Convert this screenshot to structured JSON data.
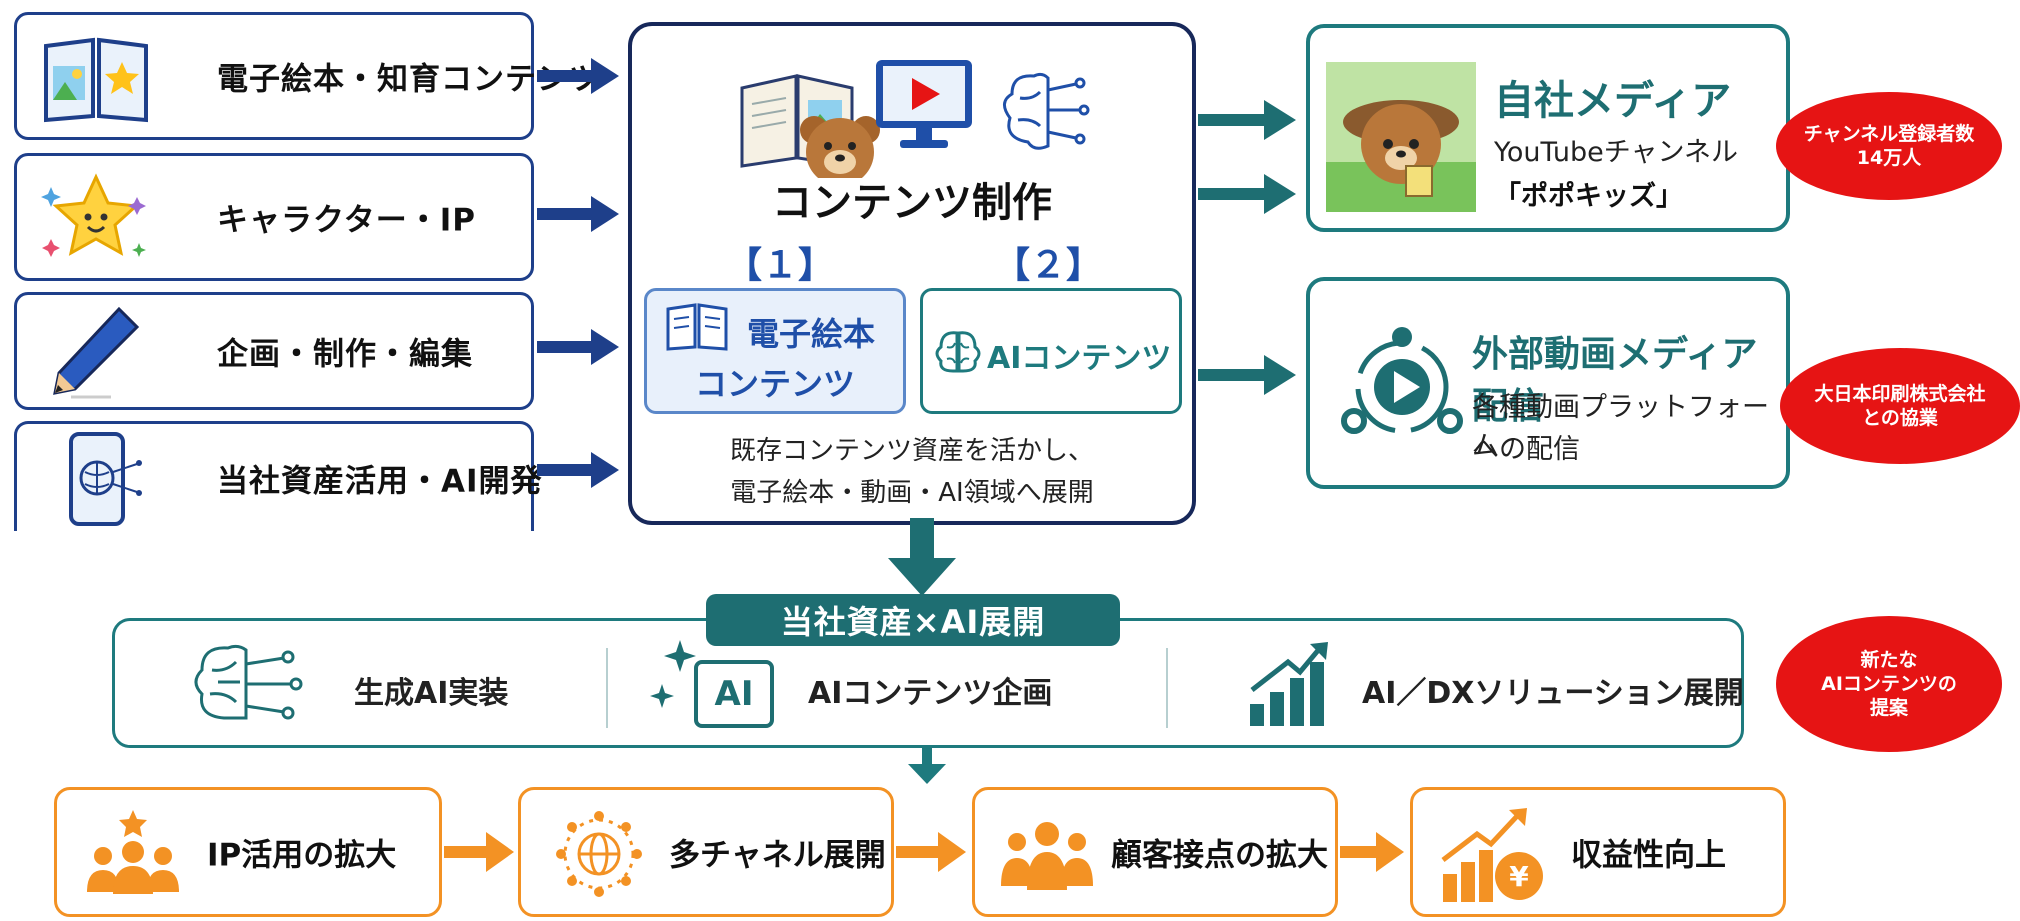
{
  "inputs": [
    {
      "label": "電子絵本・知育コンテンツ",
      "icon": "open-book-icon"
    },
    {
      "label": "キャラクター・IP",
      "icon": "smiling-star-icon"
    },
    {
      "label": "企画・制作・編集",
      "icon": "pencil-icon"
    },
    {
      "label": "当社資産活用・AI開発",
      "icon": "tablet-brain-icon"
    }
  ],
  "center": {
    "title": "コンテンツ制作",
    "tag1": "【１】",
    "tag2": "【２】",
    "sub1_line1": "電子絵本",
    "sub1_line2": "コンテンツ",
    "sub2": "AIコンテンツ",
    "desc_line1": "既存コンテンツ資産を活かし、",
    "desc_line2": "電子絵本・動画・AI領域へ展開"
  },
  "outputs": {
    "own": {
      "title": "自社メディア",
      "line1": "YouTubeチャンネル",
      "line2": "「ポポキッズ」"
    },
    "external": {
      "title": "外部動画メディア配信",
      "line1": "各種動画プラットフォーム",
      "line2": "への配信"
    }
  },
  "bubbles": {
    "subscribers": "チャンネル登録者数\n14万人",
    "partner": "大日本印刷株式会社\nとの協業",
    "proposal": "新たな\nAIコンテンツの\n提案"
  },
  "ai": {
    "banner": "当社資産×AI展開",
    "items": [
      "生成AI実装",
      "AIコンテンツ企画",
      "AI／DXソリューション展開"
    ],
    "ai_badge": "AI"
  },
  "outcomes": [
    "IP活用の拡大",
    "多チャネル展開",
    "顧客接点の拡大",
    "収益性向上"
  ],
  "colors": {
    "navy": "#1e3f8a",
    "teal": "#1e7a7e",
    "orange": "#f39224",
    "red": "#e61414",
    "blue_text": "#1f4fa8"
  }
}
